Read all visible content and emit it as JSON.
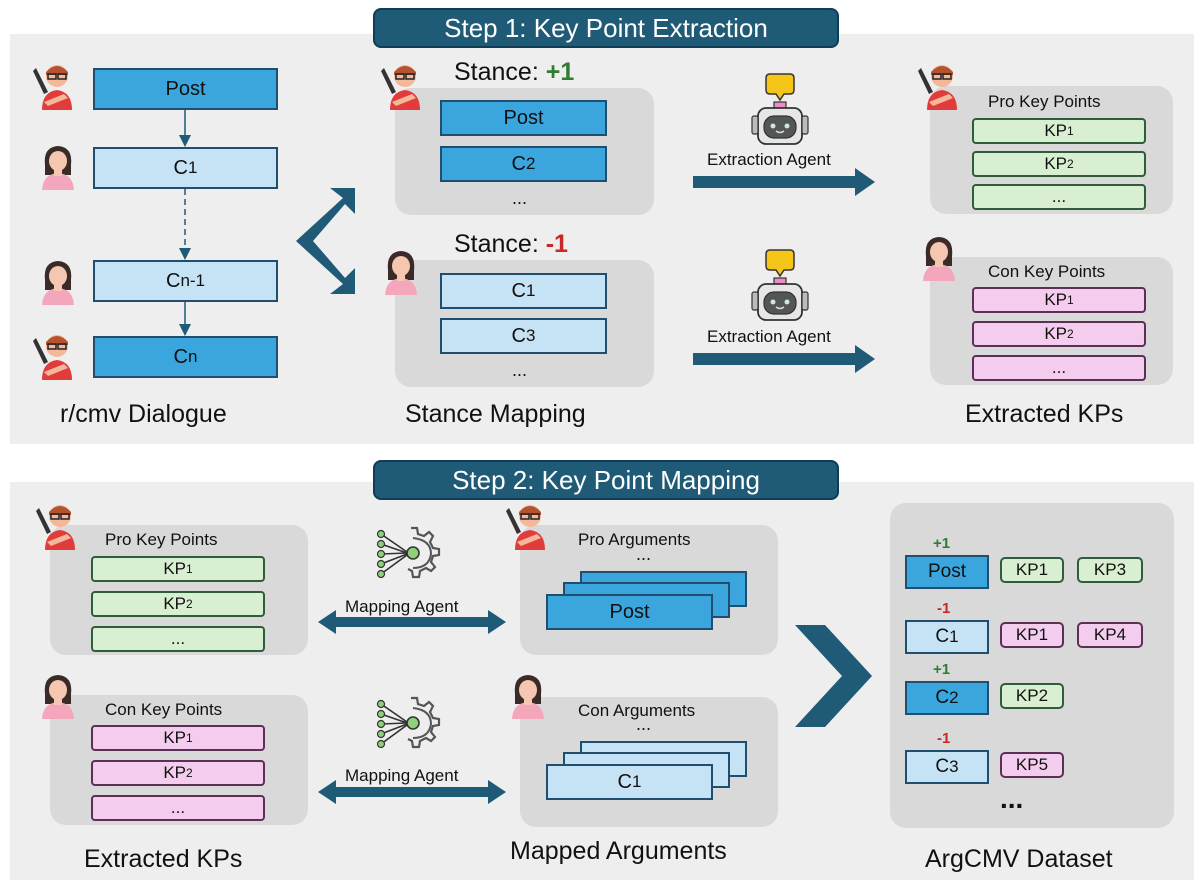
{
  "step1": {
    "title": "Step 1: Key Point Extraction",
    "dialogue": {
      "post": "Post",
      "c1": "C",
      "c1_sub": "1",
      "cn1": "C",
      "cn1_sub": "n-1",
      "cn": "C",
      "cn_sub": "n",
      "label": "r/cmv Dialogue"
    },
    "stance_mapping": {
      "pro_stance_text": "Stance: ",
      "pro_stance_value": "+1",
      "pro_post": "Post",
      "pro_c": "C",
      "pro_c_sub": "2",
      "pro_more": "...",
      "con_stance_text": "Stance: ",
      "con_stance_value": "-1",
      "con_c1": "C",
      "con_c1_sub": "1",
      "con_c3": "C",
      "con_c3_sub": "3",
      "con_more": "...",
      "label": "Stance Mapping"
    },
    "agent_label_top": "Extraction Agent",
    "agent_label_bottom": "Extraction Agent",
    "extracted": {
      "pro_title": "Pro Key Points",
      "con_title": "Con Key Points",
      "kp": "KP",
      "kp1_sub": "1",
      "kp2_sub": "2",
      "more": "...",
      "label": "Extracted KPs"
    }
  },
  "step2": {
    "title": "Step 2: Key Point Mapping",
    "extracted": {
      "pro_title": "Pro Key Points",
      "con_title": "Con Key Points",
      "kp": "KP",
      "kp1_sub": "1",
      "kp2_sub": "2",
      "more": "...",
      "label": "Extracted KPs"
    },
    "mapping_agent_top": "Mapping Agent",
    "mapping_agent_bottom": "Mapping Agent",
    "mapped": {
      "pro_title": "Pro Arguments",
      "con_title": "Con Arguments",
      "pro_front": "Post",
      "con_front": "C",
      "con_front_sub": "1",
      "more": "...",
      "label": "Mapped Arguments"
    },
    "dataset": {
      "label": "ArgCMV Dataset",
      "rows": [
        {
          "stance": "+1",
          "node": "Post",
          "node_sub": "",
          "kps": [
            "KP1",
            "KP3"
          ]
        },
        {
          "stance": "-1",
          "node": "C",
          "node_sub": "1",
          "kps": [
            "KP1",
            "KP4"
          ]
        },
        {
          "stance": "+1",
          "node": "C",
          "node_sub": "2",
          "kps": [
            "KP2"
          ]
        },
        {
          "stance": "-1",
          "node": "C",
          "node_sub": "3",
          "kps": [
            "KP5"
          ]
        }
      ],
      "more": "..."
    }
  },
  "colors": {
    "banner": "#1f5a77",
    "arrow": "#1f5a77",
    "post_box": "#3aa6dd",
    "comment_box": "#c5e3f4",
    "pro_kp": "#d9efd1",
    "con_kp": "#f4cdee",
    "positive": "#2e7d32",
    "negative": "#c62828"
  },
  "icons": [
    "male-writer-icon",
    "female-user-icon",
    "robot-agent-icon",
    "gear-network-icon"
  ]
}
